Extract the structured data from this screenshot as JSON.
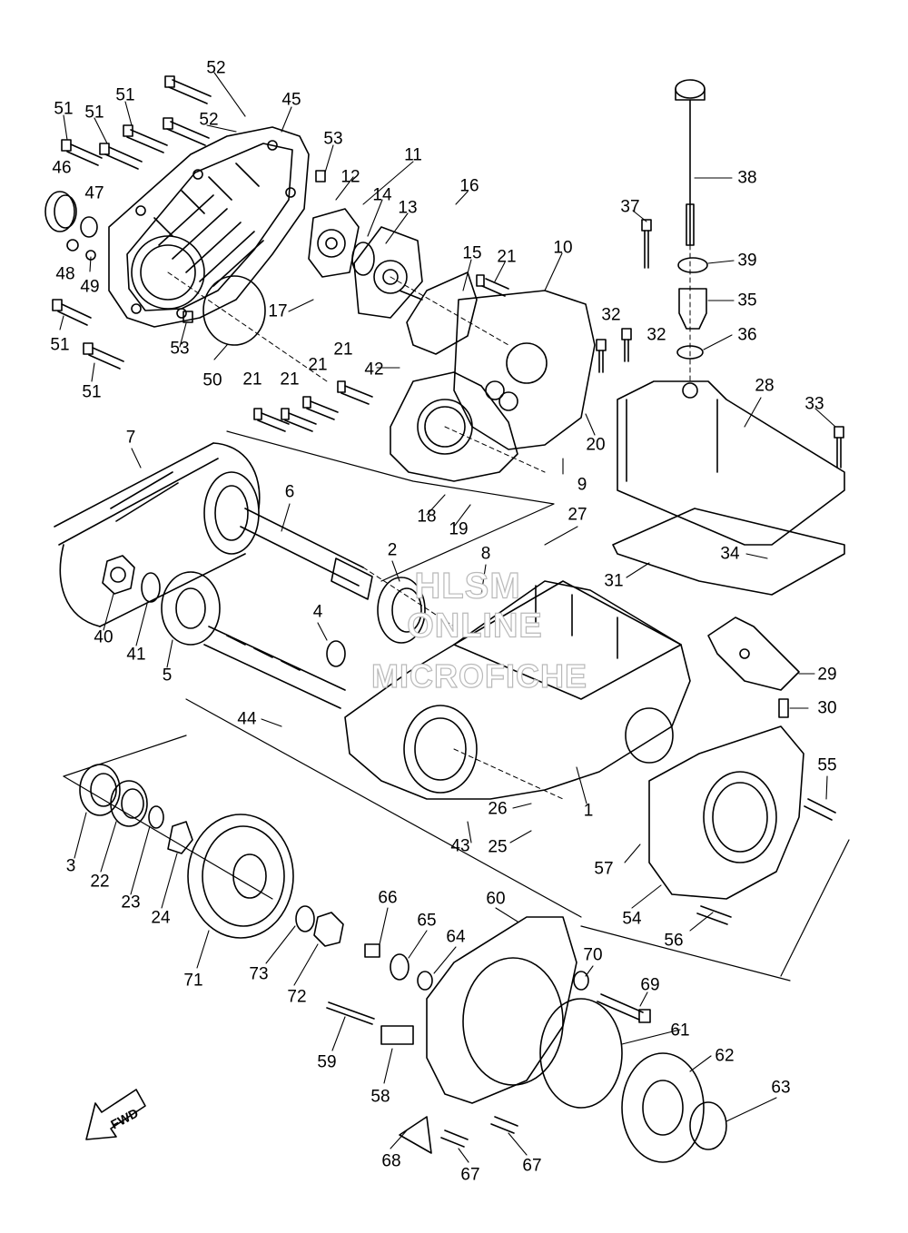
{
  "watermark": {
    "line1": "HLSM",
    "line2": "ONLINE",
    "line3": "MICROFICHE"
  },
  "fwd_text": "FWD",
  "callouts": [
    "1",
    "2",
    "3",
    "4",
    "5",
    "6",
    "7",
    "8",
    "9",
    "10",
    "11",
    "12",
    "13",
    "14",
    "15",
    "16",
    "17",
    "18",
    "19",
    "20",
    "21",
    "22",
    "23",
    "24",
    "25",
    "26",
    "27",
    "28",
    "29",
    "30",
    "31",
    "32",
    "33",
    "34",
    "35",
    "36",
    "37",
    "38",
    "39",
    "40",
    "41",
    "42",
    "43",
    "44",
    "45",
    "46",
    "47",
    "48",
    "49",
    "50",
    "51",
    "52",
    "53",
    "54",
    "55",
    "56",
    "57",
    "58",
    "59",
    "60",
    "61",
    "62",
    "63",
    "64",
    "65",
    "66",
    "67",
    "68",
    "69",
    "70",
    "71",
    "72",
    "73"
  ],
  "labels": [
    {
      "id": "52a",
      "text": "52"
    },
    {
      "id": "51a",
      "text": "51"
    },
    {
      "id": "45",
      "text": "45"
    },
    {
      "id": "52b",
      "text": "52"
    },
    {
      "id": "51b",
      "text": "51"
    },
    {
      "id": "51c",
      "text": "51"
    },
    {
      "id": "53a",
      "text": "53"
    },
    {
      "id": "11",
      "text": "11"
    },
    {
      "id": "46",
      "text": "46"
    },
    {
      "id": "12",
      "text": "12"
    },
    {
      "id": "47",
      "text": "47"
    },
    {
      "id": "14",
      "text": "14"
    },
    {
      "id": "13",
      "text": "13"
    },
    {
      "id": "16",
      "text": "16"
    },
    {
      "id": "38",
      "text": "38"
    },
    {
      "id": "37",
      "text": "37"
    },
    {
      "id": "10",
      "text": "10"
    },
    {
      "id": "48",
      "text": "48"
    },
    {
      "id": "15",
      "text": "15"
    },
    {
      "id": "21a",
      "text": "21"
    },
    {
      "id": "39",
      "text": "39"
    },
    {
      "id": "49",
      "text": "49"
    },
    {
      "id": "17",
      "text": "17"
    },
    {
      "id": "35",
      "text": "35"
    },
    {
      "id": "51d",
      "text": "51"
    },
    {
      "id": "53b",
      "text": "53"
    },
    {
      "id": "32a",
      "text": "32"
    },
    {
      "id": "32b",
      "text": "32"
    },
    {
      "id": "36",
      "text": "36"
    },
    {
      "id": "21b",
      "text": "21"
    },
    {
      "id": "42",
      "text": "42"
    },
    {
      "id": "50",
      "text": "50"
    },
    {
      "id": "51e",
      "text": "51"
    },
    {
      "id": "21c",
      "text": "21"
    },
    {
      "id": "21d",
      "text": "21"
    },
    {
      "id": "21e",
      "text": "21"
    },
    {
      "id": "28",
      "text": "28"
    },
    {
      "id": "33",
      "text": "33"
    },
    {
      "id": "20",
      "text": "20"
    },
    {
      "id": "7",
      "text": "7"
    },
    {
      "id": "9",
      "text": "9"
    },
    {
      "id": "6",
      "text": "6"
    },
    {
      "id": "18",
      "text": "18"
    },
    {
      "id": "19",
      "text": "19"
    },
    {
      "id": "27",
      "text": "27"
    },
    {
      "id": "2",
      "text": "2"
    },
    {
      "id": "8",
      "text": "8"
    },
    {
      "id": "34",
      "text": "34"
    },
    {
      "id": "31",
      "text": "31"
    },
    {
      "id": "40",
      "text": "40"
    },
    {
      "id": "41",
      "text": "41"
    },
    {
      "id": "4",
      "text": "4"
    },
    {
      "id": "5",
      "text": "5"
    },
    {
      "id": "29",
      "text": "29"
    },
    {
      "id": "30",
      "text": "30"
    },
    {
      "id": "44",
      "text": "44"
    },
    {
      "id": "55",
      "text": "55"
    },
    {
      "id": "1",
      "text": "1"
    },
    {
      "id": "26",
      "text": "26"
    },
    {
      "id": "3",
      "text": "3"
    },
    {
      "id": "22",
      "text": "22"
    },
    {
      "id": "23",
      "text": "23"
    },
    {
      "id": "24",
      "text": "24"
    },
    {
      "id": "43",
      "text": "43"
    },
    {
      "id": "25",
      "text": "25"
    },
    {
      "id": "57",
      "text": "57"
    },
    {
      "id": "54",
      "text": "54"
    },
    {
      "id": "56",
      "text": "56"
    },
    {
      "id": "66",
      "text": "66"
    },
    {
      "id": "60",
      "text": "60"
    },
    {
      "id": "65",
      "text": "65"
    },
    {
      "id": "64",
      "text": "64"
    },
    {
      "id": "70",
      "text": "70"
    },
    {
      "id": "71",
      "text": "71"
    },
    {
      "id": "73",
      "text": "73"
    },
    {
      "id": "72",
      "text": "72"
    },
    {
      "id": "69",
      "text": "69"
    },
    {
      "id": "61",
      "text": "61"
    },
    {
      "id": "59",
      "text": "59"
    },
    {
      "id": "62",
      "text": "62"
    },
    {
      "id": "58",
      "text": "58"
    },
    {
      "id": "63",
      "text": "63"
    },
    {
      "id": "68",
      "text": "68"
    },
    {
      "id": "67a",
      "text": "67"
    },
    {
      "id": "67b",
      "text": "67"
    }
  ]
}
